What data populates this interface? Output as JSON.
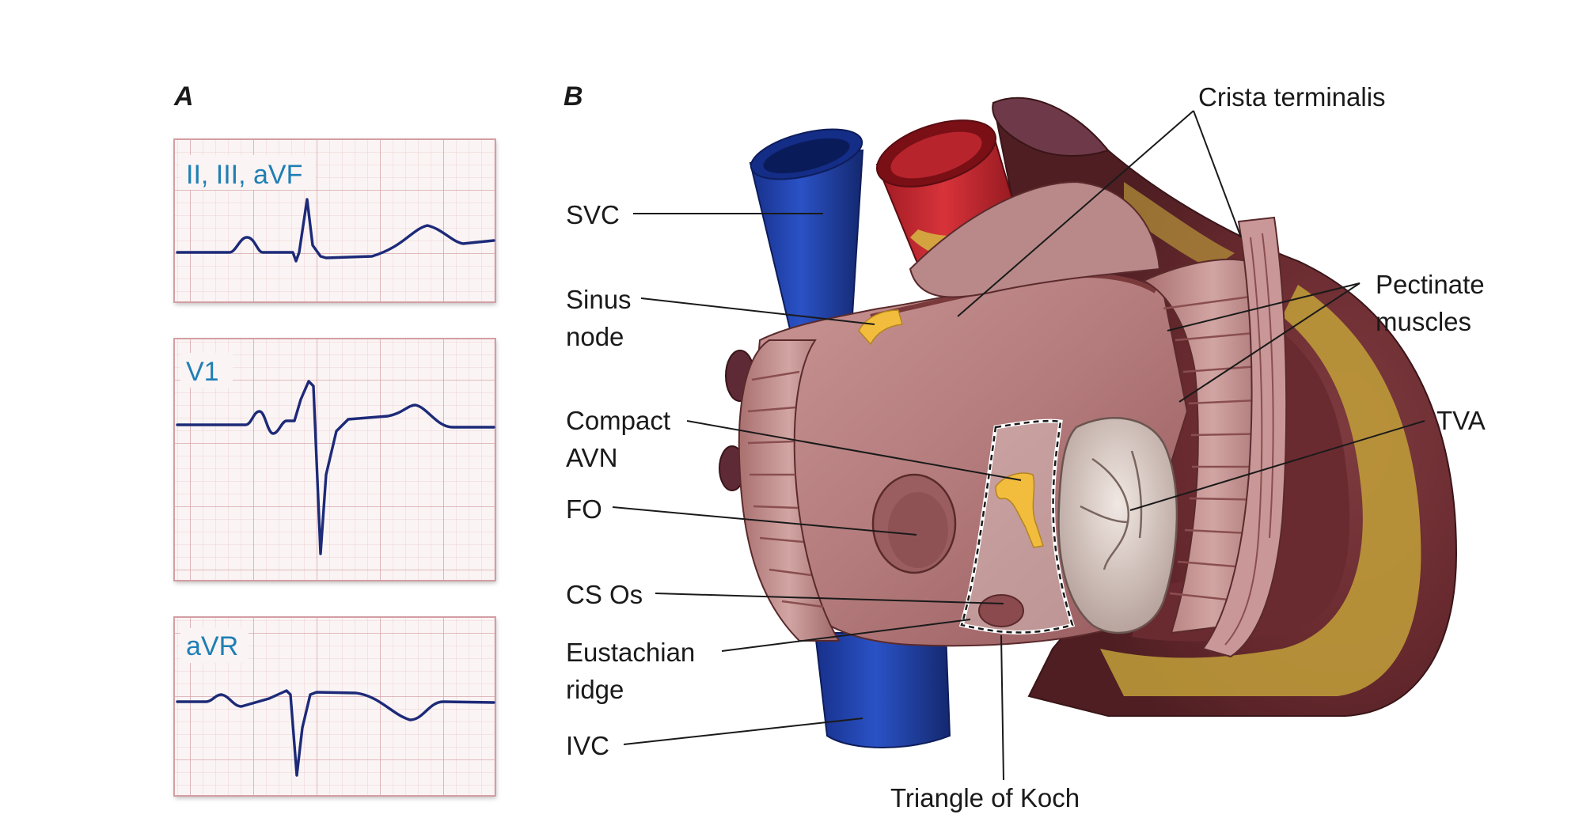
{
  "panels": {
    "a": {
      "letter": "A",
      "ecg_strips": [
        {
          "lead_label": "II, III, aVF"
        },
        {
          "lead_label": "V1"
        },
        {
          "lead_label": "aVR"
        }
      ]
    },
    "b": {
      "letter": "B",
      "labels": {
        "crista_terminalis": "Crista terminalis",
        "svc": "SVC",
        "sinus_node": [
          "Sinus",
          "node"
        ],
        "pectinate_muscles": [
          "Pectinate",
          "muscles"
        ],
        "compact_avn": [
          "Compact",
          "AVN"
        ],
        "tva": "TVA",
        "fo": "FO",
        "cs_os": "CS Os",
        "eustachian_ridge": [
          "Eustachian",
          "ridge"
        ],
        "ivc": "IVC",
        "triangle_of_koch": "Triangle of Koch"
      }
    }
  },
  "colors": {
    "ecg_grid_minor": "#e8c9cc",
    "ecg_grid_major": "#d49ea4",
    "ecg_trace": "#1c2a78",
    "ecg_label": "#1f7fb4",
    "vena_cava": "#1f3fa6",
    "aorta": "#c8242c",
    "atrial_tissue": "#b98484",
    "ventricle": "#6b2e33",
    "fat": "#c9a23a",
    "conduction_tissue": "#f2bd3c",
    "valve": "#e4d6d0"
  }
}
